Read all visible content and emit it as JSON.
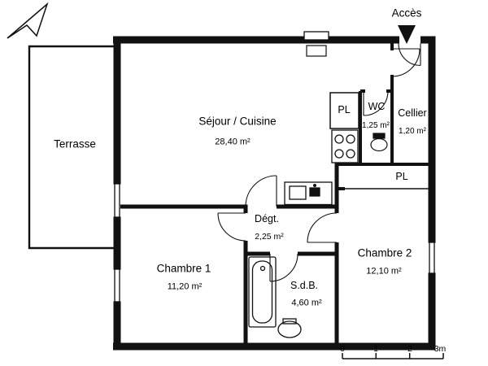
{
  "access": {
    "label": "Accès"
  },
  "rooms": {
    "terrasse": {
      "label": "Terrasse"
    },
    "sejour": {
      "label": "Séjour / Cuisine",
      "area": "28,40 m²"
    },
    "pl1": {
      "label": "PL"
    },
    "wc": {
      "label": "WC",
      "area": "1,25 m²"
    },
    "cellier": {
      "label": "Cellier",
      "area": "1,20 m²"
    },
    "pl2": {
      "label": "PL"
    },
    "degt": {
      "label": "Dégt.",
      "area": "2,25 m²"
    },
    "chambre1": {
      "label": "Chambre 1",
      "area": "11,20 m²"
    },
    "chambre2": {
      "label": "Chambre 2",
      "area": "12,10 m²"
    },
    "sdb": {
      "label": "S.d.B.",
      "area": "4,60 m²"
    }
  },
  "scale_bar": {
    "ticks": [
      "0",
      "1",
      "2",
      "3m"
    ]
  },
  "colors": {
    "wall": "#111111",
    "background": "#ffffff"
  }
}
